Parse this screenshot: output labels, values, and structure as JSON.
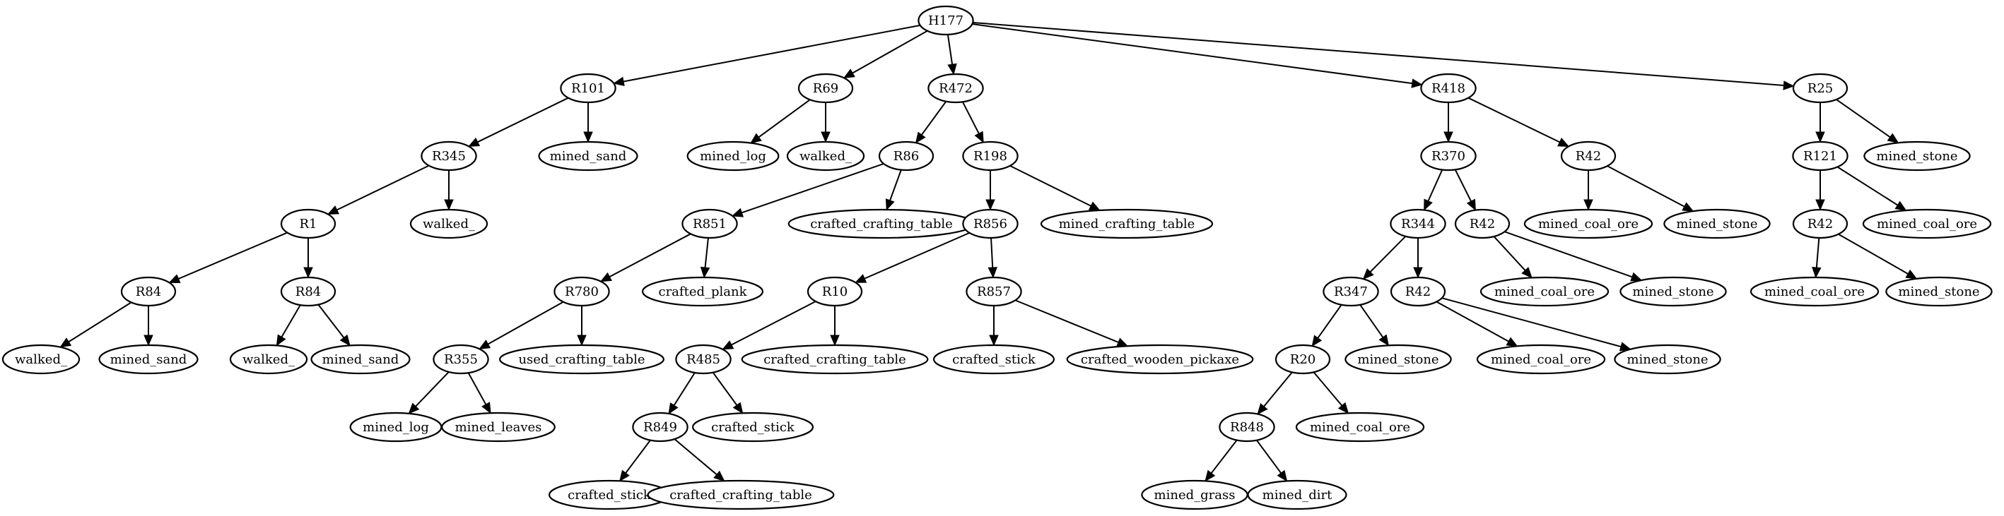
{
  "nodes": [
    {
      "id": "n_H177",
      "label": "H177"
    },
    {
      "id": "n_R101",
      "label": "R101"
    },
    {
      "id": "n_R69",
      "label": "R69"
    },
    {
      "id": "n_R472",
      "label": "R472"
    },
    {
      "id": "n_R418",
      "label": "R418"
    },
    {
      "id": "n_R25",
      "label": "R25"
    },
    {
      "id": "n_R345",
      "label": "R345"
    },
    {
      "id": "n_sand1",
      "label": "mined_sand"
    },
    {
      "id": "n_log1",
      "label": "mined_log"
    },
    {
      "id": "n_walk1",
      "label": "walked_"
    },
    {
      "id": "n_R86",
      "label": "R86"
    },
    {
      "id": "n_R198",
      "label": "R198"
    },
    {
      "id": "n_R370",
      "label": "R370"
    },
    {
      "id": "n_R42a",
      "label": "R42"
    },
    {
      "id": "n_R121",
      "label": "R121"
    },
    {
      "id": "n_stone1",
      "label": "mined_stone"
    },
    {
      "id": "n_R1",
      "label": "R1"
    },
    {
      "id": "n_walk2",
      "label": "walked_"
    },
    {
      "id": "n_R851",
      "label": "R851"
    },
    {
      "id": "n_cct1",
      "label": "crafted_crafting_table"
    },
    {
      "id": "n_R856",
      "label": "R856"
    },
    {
      "id": "n_mct",
      "label": "mined_crafting_table"
    },
    {
      "id": "n_R344",
      "label": "R344"
    },
    {
      "id": "n_R42b",
      "label": "R42"
    },
    {
      "id": "n_coal1",
      "label": "mined_coal_ore"
    },
    {
      "id": "n_stone2",
      "label": "mined_stone"
    },
    {
      "id": "n_R42c",
      "label": "R42"
    },
    {
      "id": "n_coal2",
      "label": "mined_coal_ore"
    },
    {
      "id": "n_R84a",
      "label": "R84"
    },
    {
      "id": "n_R84b",
      "label": "R84"
    },
    {
      "id": "n_R780",
      "label": "R780"
    },
    {
      "id": "n_plank",
      "label": "crafted_plank"
    },
    {
      "id": "n_R10",
      "label": "R10"
    },
    {
      "id": "n_R857",
      "label": "R857"
    },
    {
      "id": "n_R347",
      "label": "R347"
    },
    {
      "id": "n_R42d",
      "label": "R42"
    },
    {
      "id": "n_coal3",
      "label": "mined_coal_ore"
    },
    {
      "id": "n_stone3",
      "label": "mined_stone"
    },
    {
      "id": "n_coal4",
      "label": "mined_coal_ore"
    },
    {
      "id": "n_stone4",
      "label": "mined_stone"
    },
    {
      "id": "n_walk3",
      "label": "walked_"
    },
    {
      "id": "n_sand2",
      "label": "mined_sand"
    },
    {
      "id": "n_walk4",
      "label": "walked_"
    },
    {
      "id": "n_sand3",
      "label": "mined_sand"
    },
    {
      "id": "n_R355",
      "label": "R355"
    },
    {
      "id": "n_uct",
      "label": "used_crafting_table"
    },
    {
      "id": "n_R485",
      "label": "R485"
    },
    {
      "id": "n_cct2",
      "label": "crafted_crafting_table"
    },
    {
      "id": "n_stick1",
      "label": "crafted_stick"
    },
    {
      "id": "n_pickaxe",
      "label": "crafted_wooden_pickaxe"
    },
    {
      "id": "n_R20",
      "label": "R20"
    },
    {
      "id": "n_stone5",
      "label": "mined_stone"
    },
    {
      "id": "n_coal5",
      "label": "mined_coal_ore"
    },
    {
      "id": "n_stone6",
      "label": "mined_stone"
    },
    {
      "id": "n_log2",
      "label": "mined_log"
    },
    {
      "id": "n_leaves",
      "label": "mined_leaves"
    },
    {
      "id": "n_R849",
      "label": "R849"
    },
    {
      "id": "n_stick2",
      "label": "crafted_stick"
    },
    {
      "id": "n_R848",
      "label": "R848"
    },
    {
      "id": "n_coal6",
      "label": "mined_coal_ore"
    },
    {
      "id": "n_stick3",
      "label": "crafted_stick"
    },
    {
      "id": "n_cct3",
      "label": "crafted_crafting_table"
    },
    {
      "id": "n_grass",
      "label": "mined_grass"
    },
    {
      "id": "n_dirt",
      "label": "mined_dirt"
    }
  ],
  "edges": [
    [
      "n_H177",
      "n_R101"
    ],
    [
      "n_H177",
      "n_R69"
    ],
    [
      "n_H177",
      "n_R472"
    ],
    [
      "n_H177",
      "n_R418"
    ],
    [
      "n_H177",
      "n_R25"
    ],
    [
      "n_R101",
      "n_R345"
    ],
    [
      "n_R101",
      "n_sand1"
    ],
    [
      "n_R69",
      "n_log1"
    ],
    [
      "n_R69",
      "n_walk1"
    ],
    [
      "n_R472",
      "n_R86"
    ],
    [
      "n_R472",
      "n_R198"
    ],
    [
      "n_R418",
      "n_R370"
    ],
    [
      "n_R418",
      "n_R42a"
    ],
    [
      "n_R25",
      "n_R121"
    ],
    [
      "n_R25",
      "n_stone1"
    ],
    [
      "n_R345",
      "n_R1"
    ],
    [
      "n_R345",
      "n_walk2"
    ],
    [
      "n_R86",
      "n_R851"
    ],
    [
      "n_R86",
      "n_cct1"
    ],
    [
      "n_R198",
      "n_R856"
    ],
    [
      "n_R198",
      "n_mct"
    ],
    [
      "n_R370",
      "n_R344"
    ],
    [
      "n_R370",
      "n_R42b"
    ],
    [
      "n_R42a",
      "n_coal1"
    ],
    [
      "n_R42a",
      "n_stone2"
    ],
    [
      "n_R121",
      "n_R42c"
    ],
    [
      "n_R121",
      "n_coal2"
    ],
    [
      "n_R1",
      "n_R84a"
    ],
    [
      "n_R1",
      "n_R84b"
    ],
    [
      "n_R851",
      "n_R780"
    ],
    [
      "n_R851",
      "n_plank"
    ],
    [
      "n_R856",
      "n_R10"
    ],
    [
      "n_R856",
      "n_R857"
    ],
    [
      "n_R344",
      "n_R347"
    ],
    [
      "n_R344",
      "n_R42d"
    ],
    [
      "n_R42b",
      "n_coal3"
    ],
    [
      "n_R42b",
      "n_stone3"
    ],
    [
      "n_R42c",
      "n_coal4"
    ],
    [
      "n_R42c",
      "n_stone4"
    ],
    [
      "n_R84a",
      "n_walk3"
    ],
    [
      "n_R84a",
      "n_sand2"
    ],
    [
      "n_R84b",
      "n_walk4"
    ],
    [
      "n_R84b",
      "n_sand3"
    ],
    [
      "n_R780",
      "n_R355"
    ],
    [
      "n_R780",
      "n_uct"
    ],
    [
      "n_R10",
      "n_R485"
    ],
    [
      "n_R10",
      "n_cct2"
    ],
    [
      "n_R857",
      "n_stick1"
    ],
    [
      "n_R857",
      "n_pickaxe"
    ],
    [
      "n_R347",
      "n_R20"
    ],
    [
      "n_R347",
      "n_stone5"
    ],
    [
      "n_R42d",
      "n_coal5"
    ],
    [
      "n_R42d",
      "n_stone6"
    ],
    [
      "n_R355",
      "n_log2"
    ],
    [
      "n_R355",
      "n_leaves"
    ],
    [
      "n_R485",
      "n_R849"
    ],
    [
      "n_R485",
      "n_stick2"
    ],
    [
      "n_R20",
      "n_R848"
    ],
    [
      "n_R20",
      "n_coal6"
    ],
    [
      "n_R849",
      "n_stick3"
    ],
    [
      "n_R849",
      "n_cct3"
    ],
    [
      "n_R848",
      "n_grass"
    ],
    [
      "n_R848",
      "n_dirt"
    ]
  ],
  "colors": {
    "stroke": "#000000",
    "fill": "#ffffff",
    "text": "#000000"
  }
}
